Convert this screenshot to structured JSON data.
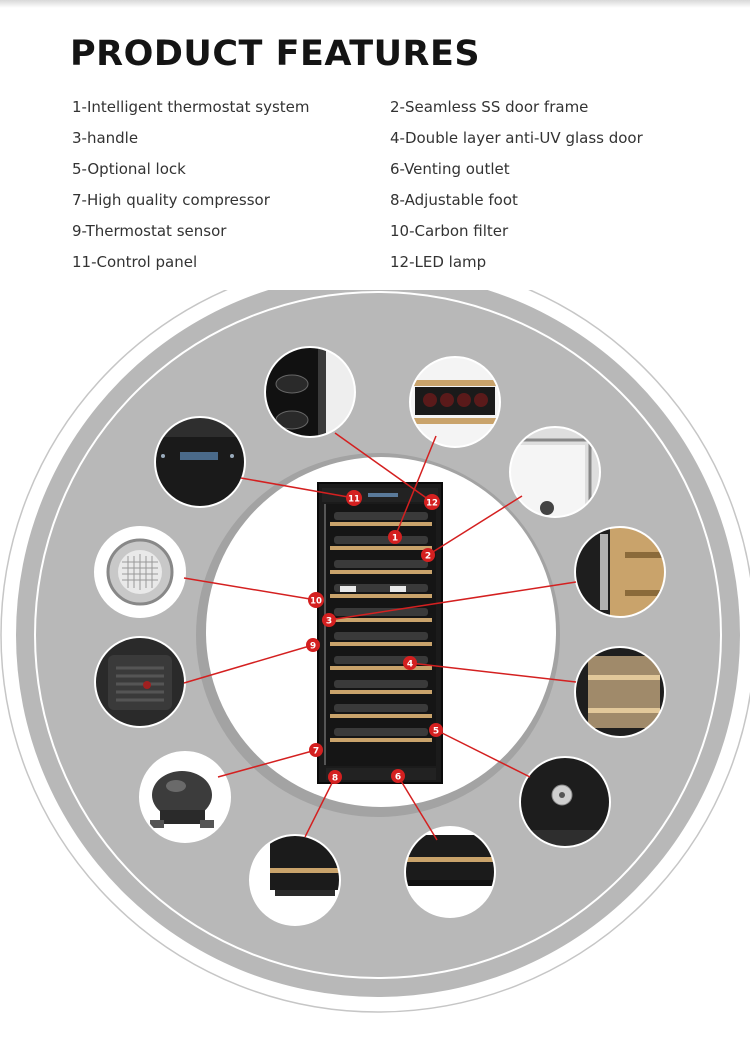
{
  "title": "PRODUCT FEATURES",
  "features": [
    "1-Intelligent thermostat system",
    "2-Seamless SS door frame",
    "3-handle",
    "4-Double layer anti-UV glass door",
    "5-Optional lock",
    "6-Venting outlet",
    "7-High quality compressor",
    "8-Adjustable foot",
    "9-Thermostat sensor",
    "10-Carbon filter",
    "11-Control panel",
    "12-LED lamp"
  ],
  "markers": [
    "1",
    "2",
    "3",
    "4",
    "5",
    "6",
    "7",
    "8",
    "9",
    "10",
    "11",
    "12"
  ],
  "colors": {
    "accent_red": "#d42020",
    "ring": "#b6b6b6",
    "cabinet": "#1b1b1b",
    "shelf": "#c9a36b"
  }
}
